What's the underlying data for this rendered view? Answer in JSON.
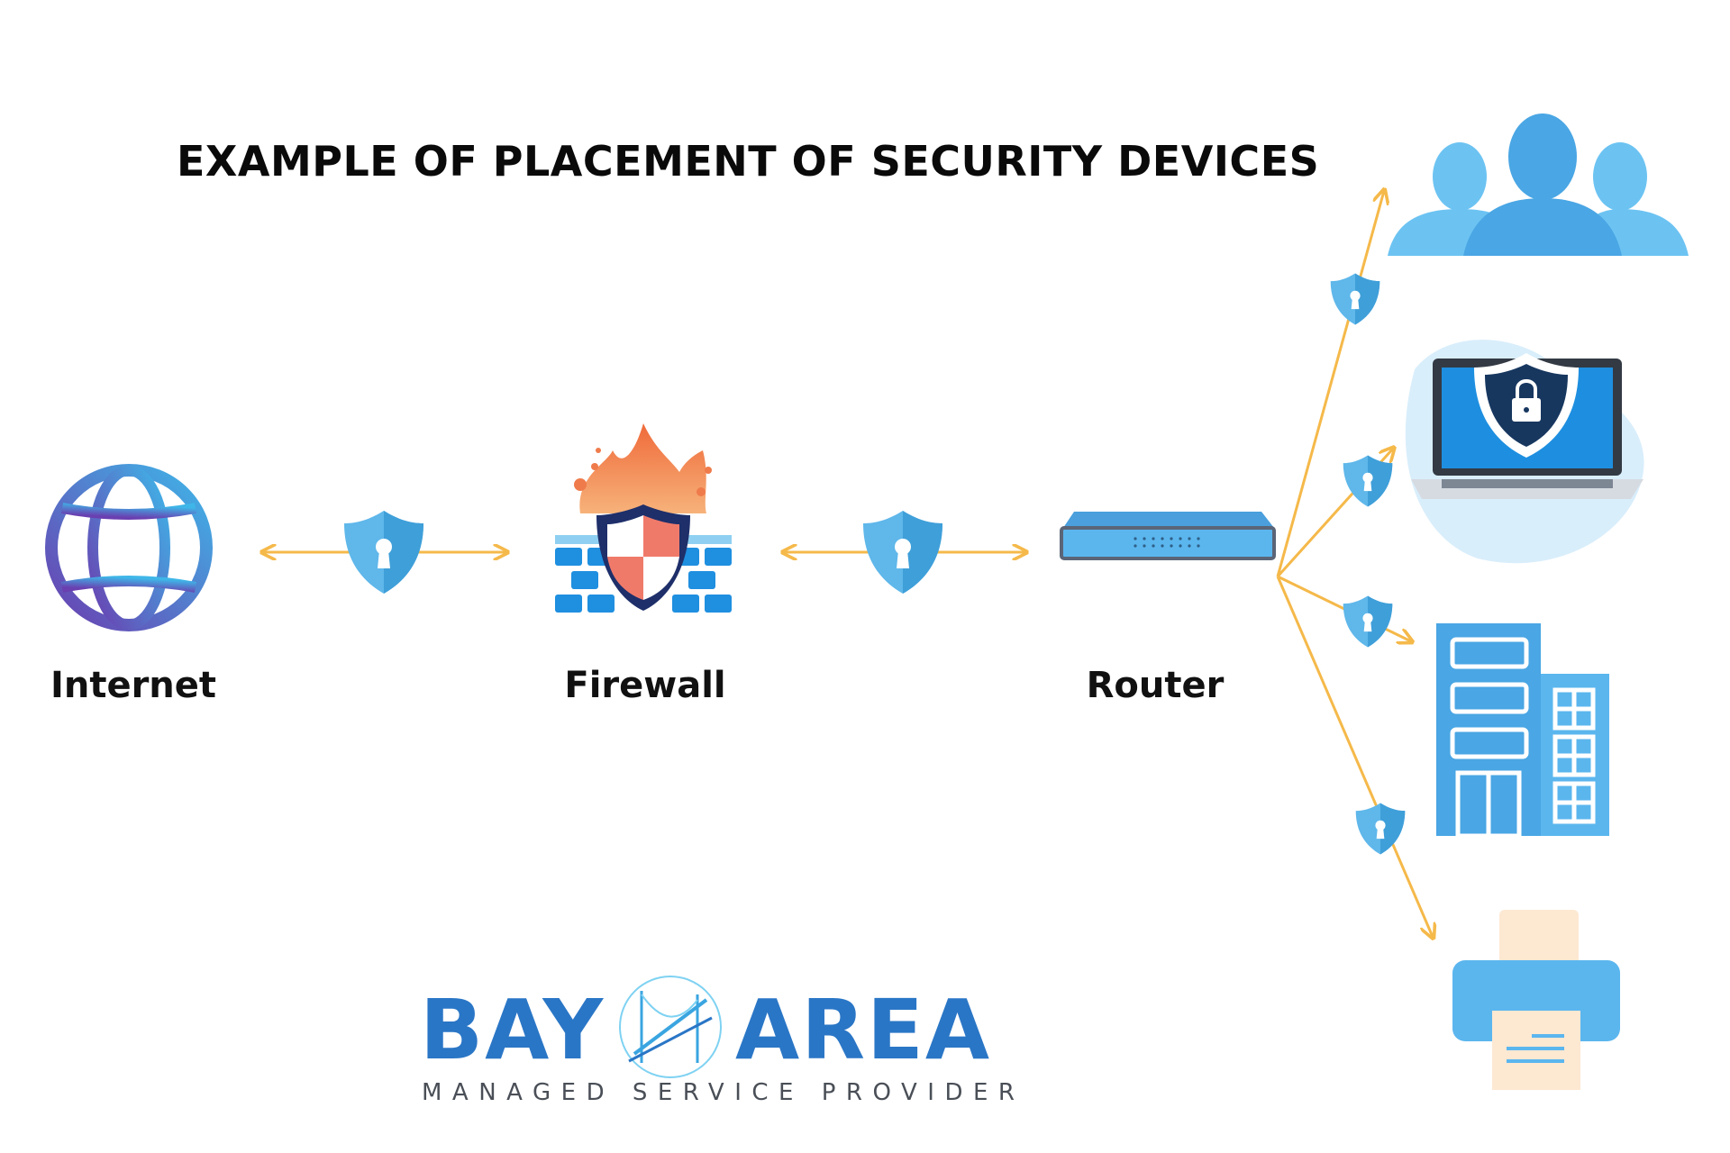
{
  "title": "EXAMPLE OF PLACEMENT OF SECURITY DEVICES",
  "nodes": {
    "internet": "Internet",
    "firewall": "Firewall",
    "router": "Router"
  },
  "brand": {
    "word_left": "BAY",
    "word_right": "AREA",
    "tagline": "MANAGED SERVICE PROVIDER"
  },
  "colors": {
    "arrow": "#f5b94a",
    "shield": "#5fb7ea",
    "brand": "#2a76c6",
    "device": "#5bb6ee"
  },
  "icons": [
    "globe-icon",
    "firewall-icon",
    "router-icon",
    "users-icon",
    "secure-laptop-icon",
    "office-building-icon",
    "printer-icon",
    "lock-shield-icon"
  ]
}
